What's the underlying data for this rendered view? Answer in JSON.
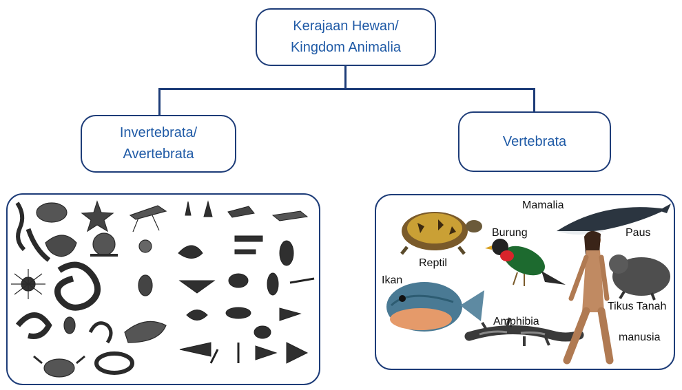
{
  "root": {
    "line1": "Kerajaan Hewan/",
    "line2": "Kingdom Animalia"
  },
  "invertebrata": {
    "line1": "Invertebrata/",
    "line2": "Avertebrata"
  },
  "vertebrata": {
    "label": "Vertebrata"
  },
  "vertebrate_labels": {
    "mamalia": "Mamalia",
    "burung": "Burung",
    "paus": "Paus",
    "reptil": "Reptil",
    "ikan": "Ikan",
    "tikus_tanah": "Tikus Tanah",
    "amphibia": "Amphibia",
    "manusia": "manusia"
  },
  "colors": {
    "border": "#1d3c78",
    "text": "#1f5aa6"
  }
}
